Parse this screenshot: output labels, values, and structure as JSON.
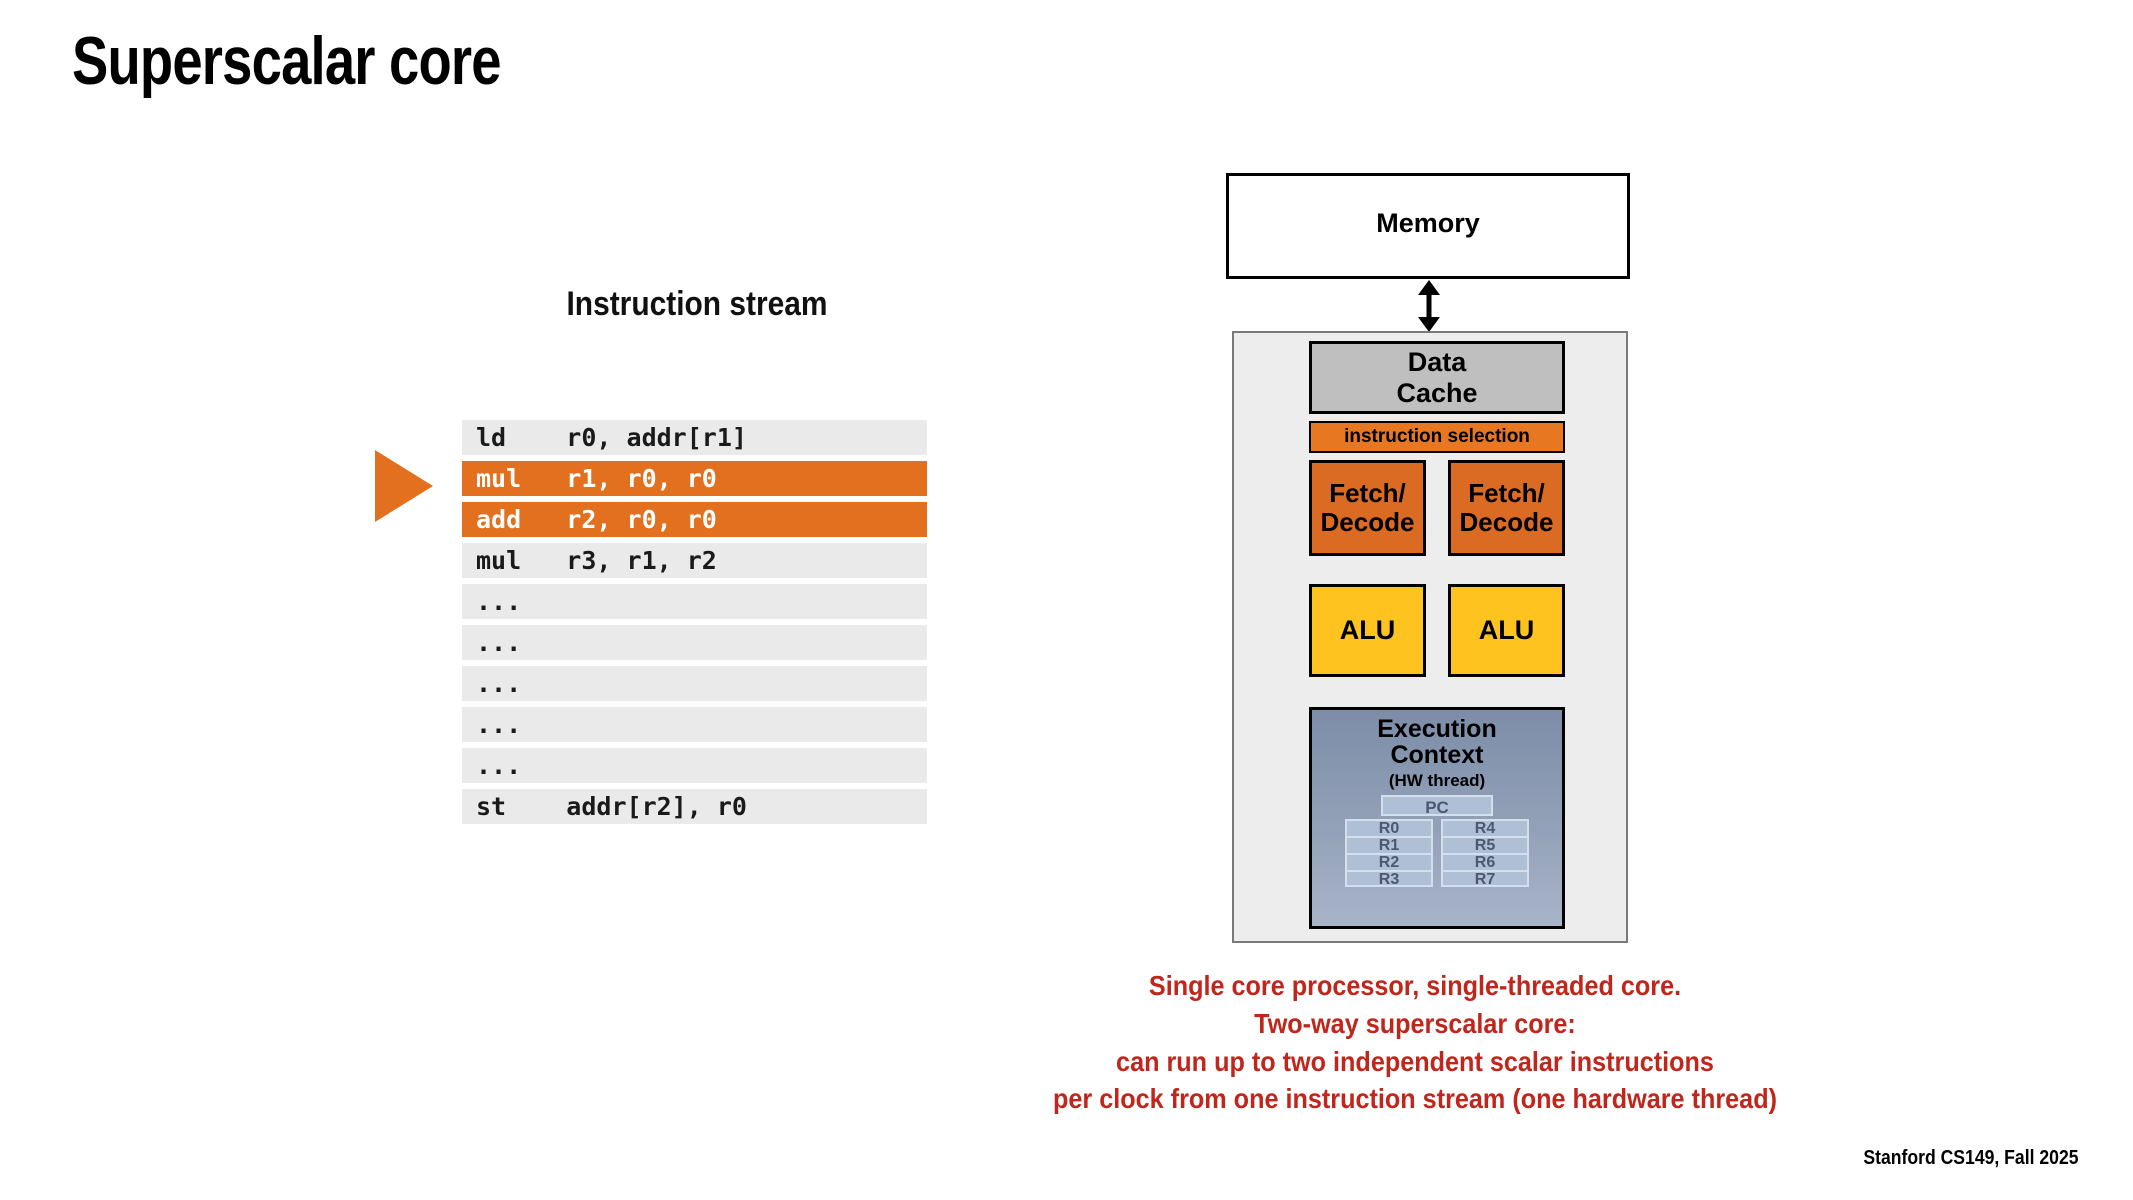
{
  "slide": {
    "title": "Superscalar core",
    "footer": "Stanford CS149, Fall 2025"
  },
  "instruction_stream": {
    "heading": "Instruction stream",
    "pointer_icon": "play-triangle-icon",
    "rows": [
      {
        "text": "ld    r0, addr[r1]",
        "highlight": false
      },
      {
        "text": "mul   r1, r0, r0",
        "highlight": true
      },
      {
        "text": "add   r2, r0, r0",
        "highlight": true
      },
      {
        "text": "mul   r3, r1, r2",
        "highlight": false
      },
      {
        "text": "...",
        "highlight": false
      },
      {
        "text": "...",
        "highlight": false
      },
      {
        "text": "...",
        "highlight": false
      },
      {
        "text": "...",
        "highlight": false
      },
      {
        "text": "...",
        "highlight": false
      },
      {
        "text": "st    addr[r2], r0",
        "highlight": false
      }
    ]
  },
  "diagram": {
    "memory_label": "Memory",
    "arrow_icon": "double-headed-vertical-arrow-icon",
    "data_cache_line1": "Data",
    "data_cache_line2": "Cache",
    "instruction_selection_label": "instruction selection",
    "fetch_decode": [
      {
        "line1": "Fetch/",
        "line2": "Decode"
      },
      {
        "line1": "Fetch/",
        "line2": "Decode"
      }
    ],
    "alus": [
      "ALU",
      "ALU"
    ],
    "execution_context": {
      "title_line1": "Execution",
      "title_line2": "Context",
      "subtitle": "(HW thread)",
      "pc_label": "PC",
      "registers_left": [
        "R0",
        "R1",
        "R2",
        "R3"
      ],
      "registers_right": [
        "R4",
        "R5",
        "R6",
        "R7"
      ]
    }
  },
  "caption": {
    "line1": "Single core processor, single-threaded core.",
    "line2": "Two-way superscalar core:",
    "line3": "can run up to two independent scalar instructions",
    "line4": "per clock from one instruction stream (one hardware thread)"
  },
  "colors": {
    "accent_orange": "#E2701F",
    "instruction_selection_orange": "#E87722",
    "fetch_decode_orange": "#DB6B22",
    "alu_yellow": "#FEC31E",
    "data_cache_gray": "#BFBFBF",
    "core_background": "#EDEDED",
    "exec_context_blue": "#93A1B8",
    "register_blue": "#AFBFD6",
    "caption_red": "#C0261B",
    "row_gray": "#EAEAEA"
  }
}
